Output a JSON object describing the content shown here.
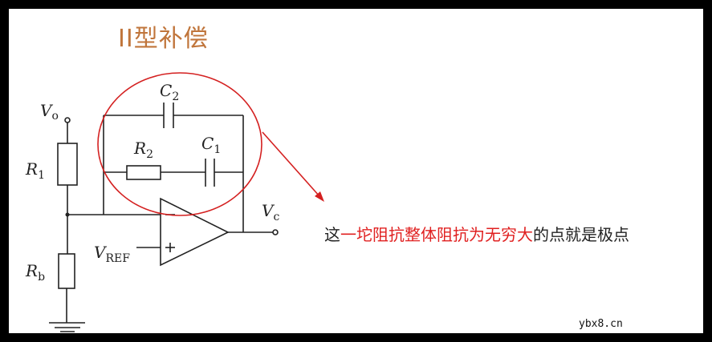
{
  "slide": {
    "title": "II型补偿",
    "title_color": "#c0753b",
    "labels": {
      "vo": "V",
      "vo_sub": "o",
      "r1": "R",
      "r1_sub": "1",
      "rb": "R",
      "rb_sub": "b",
      "c2": "C",
      "c2_sub": "2",
      "r2": "R",
      "r2_sub": "2",
      "c1": "C",
      "c1_sub": "1",
      "vc": "V",
      "vc_sub": "c",
      "vref": "V",
      "vref_sub": "REF",
      "minus": "−",
      "plus": "+"
    },
    "annotation": {
      "prefix": "这",
      "highlight": "一坨阻抗整体阻抗为无穷大",
      "suffix": "的点就是极点",
      "highlight_color": "#e02020"
    },
    "watermark": "ybx8.cn"
  }
}
